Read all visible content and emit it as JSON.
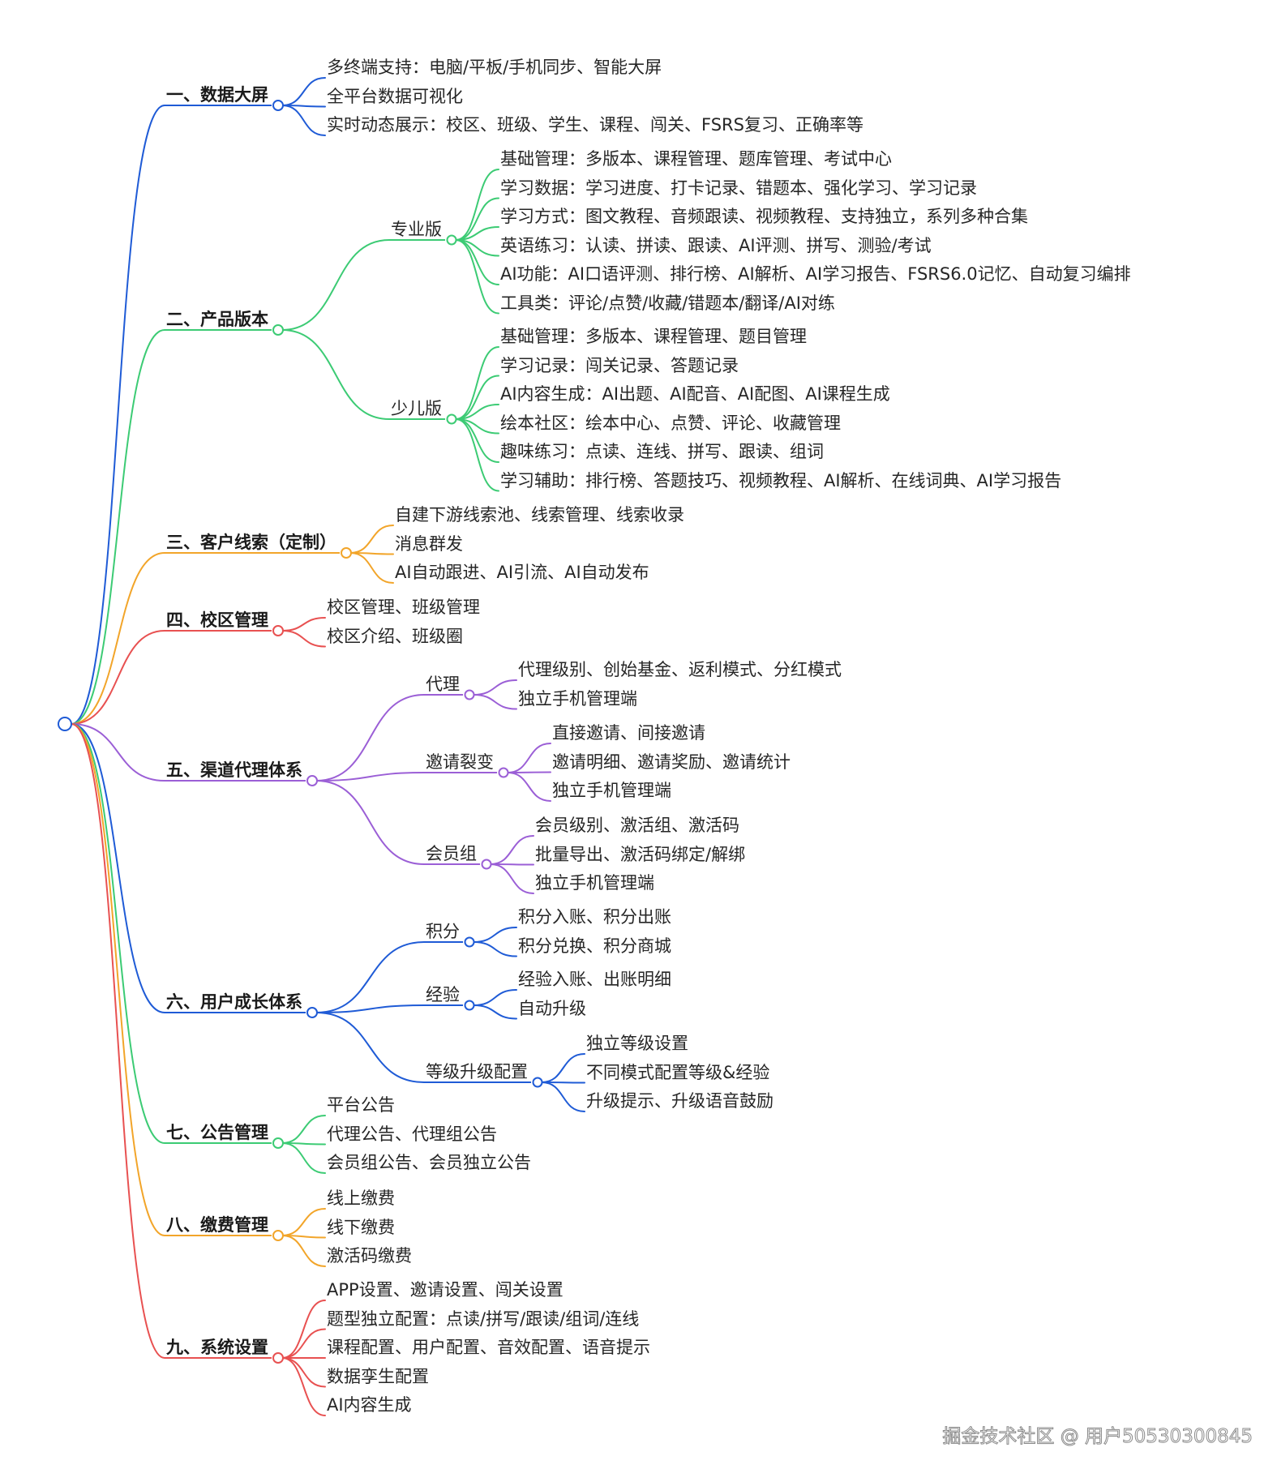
{
  "colors": {
    "blue": "#1f5bd6",
    "green": "#3ccb74",
    "orange": "#f2a52a",
    "red": "#e85151",
    "purple": "#9b5fd6",
    "text": "#262626"
  },
  "mindmap": {
    "root": {
      "icon": "root-node-circle"
    },
    "branches": [
      {
        "label": "一、数据大屏",
        "color": "blue",
        "children": [
          {
            "label": "多终端支持：电脑/平板/手机同步、智能大屏"
          },
          {
            "label": "全平台数据可视化"
          },
          {
            "label": "实时动态展示：校区、班级、学生、课程、闯关、FSRS复习、正确率等"
          }
        ]
      },
      {
        "label": "二、产品版本",
        "color": "green",
        "children": [
          {
            "label": "专业版",
            "children": [
              {
                "label": "基础管理：多版本、课程管理、题库管理、考试中心"
              },
              {
                "label": "学习数据：学习进度、打卡记录、错题本、强化学习、学习记录"
              },
              {
                "label": "学习方式：图文教程、音频跟读、视频教程、支持独立，系列多种合集"
              },
              {
                "label": "英语练习：认读、拼读、跟读、AI评测、拼写、测验/考试"
              },
              {
                "label": "AI功能：AI口语评测、排行榜、AI解析、AI学习报告、FSRS6.0记忆、自动复习编排"
              },
              {
                "label": "工具类：评论/点赞/收藏/错题本/翻译/AI对练"
              }
            ]
          },
          {
            "label": "少儿版",
            "children": [
              {
                "label": "基础管理：多版本、课程管理、题目管理"
              },
              {
                "label": "学习记录：闯关记录、答题记录"
              },
              {
                "label": "AI内容生成：AI出题、AI配音、AI配图、AI课程生成"
              },
              {
                "label": "绘本社区：绘本中心、点赞、评论、收藏管理"
              },
              {
                "label": "趣味练习：点读、连线、拼写、跟读、组词"
              },
              {
                "label": "学习辅助：排行榜、答题技巧、视频教程、AI解析、在线词典、AI学习报告"
              }
            ]
          }
        ]
      },
      {
        "label": "三、客户线索（定制）",
        "color": "orange",
        "children": [
          {
            "label": "自建下游线索池、线索管理、线索收录"
          },
          {
            "label": "消息群发"
          },
          {
            "label": "AI自动跟进、AI引流、AI自动发布"
          }
        ]
      },
      {
        "label": "四、校区管理",
        "color": "red",
        "children": [
          {
            "label": "校区管理、班级管理"
          },
          {
            "label": "校区介绍、班级圈"
          }
        ]
      },
      {
        "label": "五、渠道代理体系",
        "color": "purple",
        "children": [
          {
            "label": "代理",
            "children": [
              {
                "label": "代理级别、创始基金、返利模式、分红模式"
              },
              {
                "label": "独立手机管理端"
              }
            ]
          },
          {
            "label": "邀请裂变",
            "children": [
              {
                "label": "直接邀请、间接邀请"
              },
              {
                "label": "邀请明细、邀请奖励、邀请统计"
              },
              {
                "label": "独立手机管理端"
              }
            ]
          },
          {
            "label": "会员组",
            "children": [
              {
                "label": "会员级别、激活组、激活码"
              },
              {
                "label": "批量导出、激活码绑定/解绑"
              },
              {
                "label": "独立手机管理端"
              }
            ]
          }
        ]
      },
      {
        "label": "六、用户成长体系",
        "color": "blue",
        "children": [
          {
            "label": "积分",
            "children": [
              {
                "label": "积分入账、积分出账"
              },
              {
                "label": "积分兑换、积分商城"
              }
            ]
          },
          {
            "label": "经验",
            "children": [
              {
                "label": "经验入账、出账明细"
              },
              {
                "label": "自动升级"
              }
            ]
          },
          {
            "label": "等级升级配置",
            "children": [
              {
                "label": "独立等级设置"
              },
              {
                "label": "不同模式配置等级&经验"
              },
              {
                "label": "升级提示、升级语音鼓励"
              }
            ]
          }
        ]
      },
      {
        "label": "七、公告管理",
        "color": "green",
        "children": [
          {
            "label": "平台公告"
          },
          {
            "label": "代理公告、代理组公告"
          },
          {
            "label": "会员组公告、会员独立公告"
          }
        ]
      },
      {
        "label": "八、缴费管理",
        "color": "orange",
        "children": [
          {
            "label": "线上缴费"
          },
          {
            "label": "线下缴费"
          },
          {
            "label": "激活码缴费"
          }
        ]
      },
      {
        "label": "九、系统设置",
        "color": "red",
        "children": [
          {
            "label": "APP设置、邀请设置、闯关设置"
          },
          {
            "label": "题型独立配置：点读/拼写/跟读/组词/连线"
          },
          {
            "label": "课程配置、用户配置、音效配置、语音提示"
          },
          {
            "label": "数据孪生配置"
          },
          {
            "label": "AI内容生成"
          }
        ]
      }
    ]
  },
  "watermark": "掘金技术社区 @ 用户50530300845"
}
